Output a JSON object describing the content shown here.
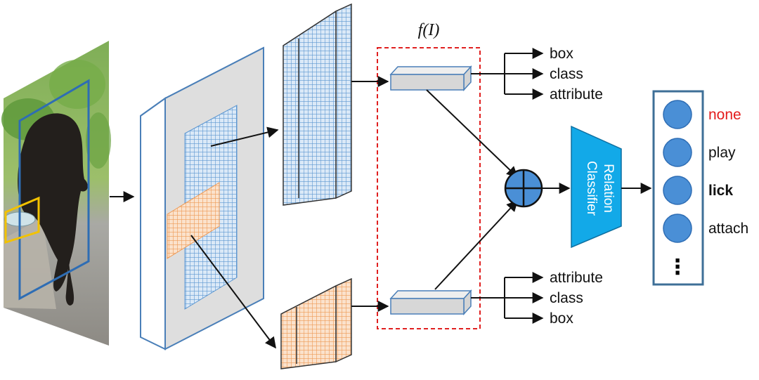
{
  "fi_label": "f(I)",
  "top_outputs": [
    "box",
    "class",
    "attribute"
  ],
  "bottom_outputs": [
    "attribute",
    "class",
    "box"
  ],
  "classifier": {
    "line1": "Relation",
    "line2": "Classifier",
    "color": "#12a9e8"
  },
  "relations": [
    {
      "label": "none",
      "color": "#e31b1b",
      "bold": false
    },
    {
      "label": "play",
      "color": "#111111",
      "bold": false
    },
    {
      "label": "lick",
      "color": "#111111",
      "bold": true
    },
    {
      "label": "attach",
      "color": "#111111",
      "bold": false
    }
  ],
  "more_indicator": "⋮",
  "colors": {
    "subject_grid": "#6aa3d6",
    "object_grid": "#f0a060",
    "frame_blue": "#2e6db4",
    "roi_red": "#e02020",
    "node_fill": "#4a8fd6"
  }
}
